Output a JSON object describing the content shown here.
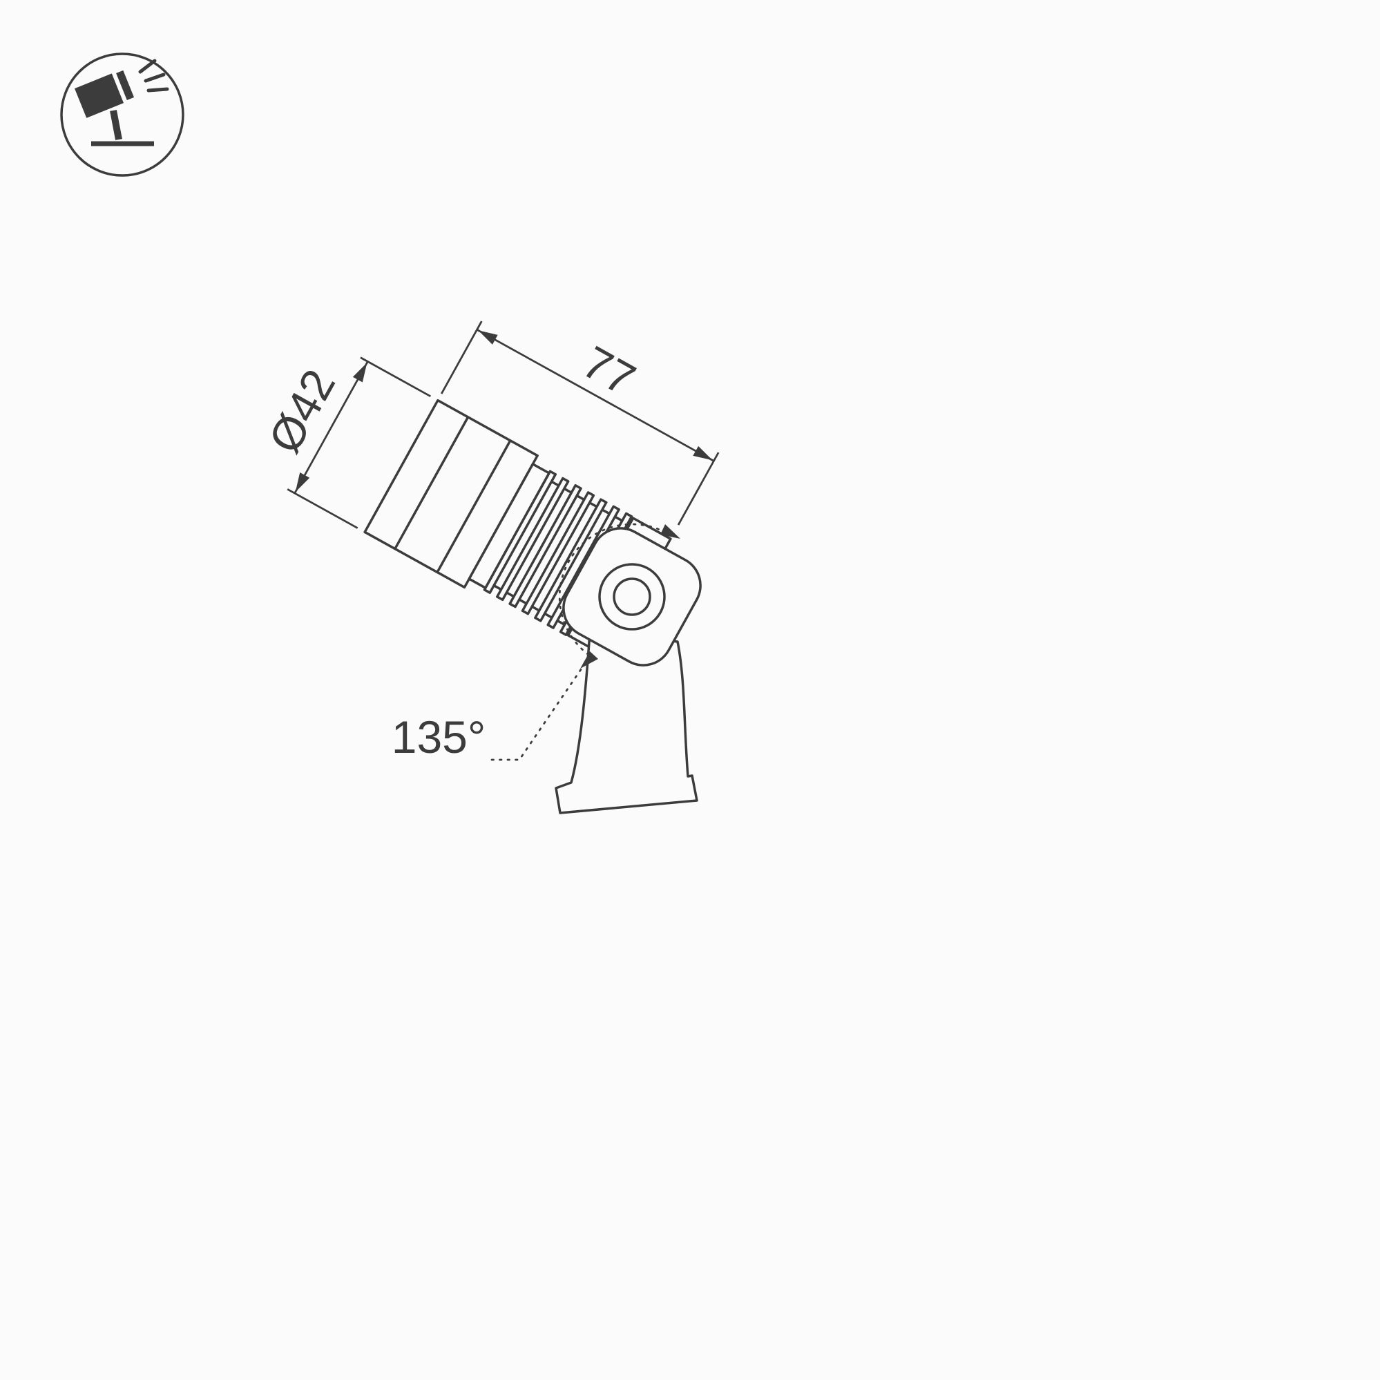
{
  "page": {
    "background_color": "#fbfbfb",
    "line_color": "#3c3c3c"
  },
  "icon": {
    "name": "tilted-spotlight-on-stand",
    "description": "adjustable ground spotlight pictogram in circle"
  },
  "drawing": {
    "dim_diameter": "Ø42",
    "dim_length": "77",
    "dim_angle": "135°"
  }
}
